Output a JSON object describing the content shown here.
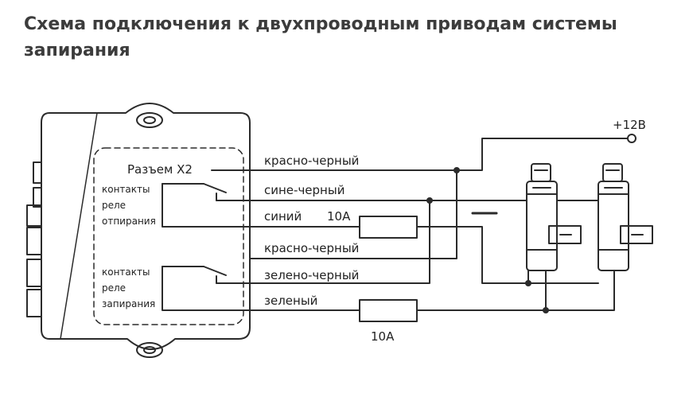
{
  "title": {
    "line1": "Схема подключения к двухпроводным приводам системы",
    "line2": "запирания"
  },
  "connector": {
    "label": "Разъем X2",
    "relay_unlock": [
      "контакты",
      "реле",
      "отпирания"
    ],
    "relay_lock": [
      "контакты",
      "реле",
      "запирания"
    ]
  },
  "wires": {
    "w1": "красно-черный",
    "w2": "сине-черный",
    "w3": "синий",
    "w4": "красно-черный",
    "w5": "зелено-черный",
    "w6": "зеленый"
  },
  "fuses": {
    "top": "10A",
    "bottom": "10A"
  },
  "power": "+12В"
}
